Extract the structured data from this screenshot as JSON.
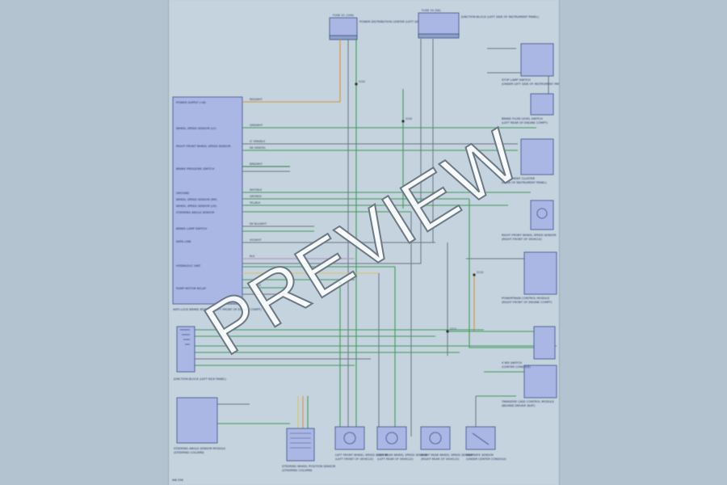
{
  "watermark": "PREVIEW",
  "page_code": "AW-556",
  "modules": {
    "ecm": {
      "label": "ANTI-LOCK BRAKE MODULE (LEFT FRONT OF ENGINE COMPT)",
      "pins": [
        "POWER SUPPLY (+B)",
        "WHEEL SPEED SENSOR (LF)",
        "RIGHT FRONT WHEEL SPEED SENSOR",
        "BRAKE PRESSURE SWITCH",
        "GROUND",
        "WHEEL SPEED SENSOR (RR)",
        "WHEEL SPEED SENSOR (LR)",
        "STEERING ANGLE SENSOR",
        "BRAKE LAMP SWITCH",
        "DATA LINK",
        "HYDRAULIC UNIT",
        "PUMP MOTOR RELAY"
      ]
    },
    "fuse_top_left": {
      "label": "FUSE 21 (10A)",
      "desc": "POWER DISTRIBUTION CENTER (LEFT SIDE OF ENGINE COMPT)"
    },
    "fuse_top_right": {
      "label": "FUSE 14 (5A)",
      "desc": "JUNCTION BLOCK (LEFT SIDE OF INSTRUMENT PANEL)"
    },
    "right_modules": [
      {
        "label": "STOP LAMP SWITCH",
        "desc": "(UNDER LEFT SIDE OF INSTRUMENT PANEL)"
      },
      {
        "label": "BRAKE FLUID LEVEL SWITCH",
        "desc": "(LEFT REAR OF ENGINE COMPT)"
      },
      {
        "label": "INSTRUMENT CLUSTER",
        "desc": "(REAR OF INSTRUMENT PANEL)"
      },
      {
        "label": "RIGHT FRONT WHEEL SPEED SENSOR",
        "desc": "(RIGHT FRONT OF VEHICLE)"
      },
      {
        "label": "POWERTRAIN CONTROL MODULE",
        "desc": "(RIGHT FRONT OF ENGINE COMPT)"
      },
      {
        "label": "4 WD SWITCH",
        "desc": "(CENTER CONSOLE)"
      },
      {
        "label": "TRANSFER CASE CONTROL MODULE",
        "desc": "(BEHIND DRIVER SEAT)"
      }
    ],
    "left_connector": {
      "label": "JUNCTION BLOCK (LEFT KICK PANEL)"
    },
    "steering_sensor": {
      "label": "STEERING WHEEL POSITION SENSOR",
      "desc": "(STEERING COLUMN)"
    },
    "bottom_sensors": [
      {
        "label": "LEFT FRONT WHEEL SPEED SENSOR",
        "desc": "(LEFT FRONT OF VEHICLE)"
      },
      {
        "label": "LEFT REAR WHEEL SPEED SENSOR",
        "desc": "(LEFT REAR OF VEHICLE)"
      },
      {
        "label": "RIGHT REAR WHEEL SPEED SENSOR",
        "desc": "(RIGHT REAR OF VEHICLE)"
      },
      {
        "label": "YAW RATE SENSOR",
        "desc": "(UNDER CENTER CONSOLE)"
      }
    ],
    "bottom_left_module": {
      "label": "STEERING ANGLE SENSOR MODULE",
      "desc": "(STEERING COLUMN)"
    }
  },
  "wire_labels": [
    "RED/WHT",
    "GRN/WHT",
    "LT GRN/BLK",
    "DK GRN/YEL",
    "BRN/WHT",
    "WHT/BLK",
    "GRY/RED",
    "YEL/BLK",
    "DK BLU/WHT",
    "VIO/WHT",
    "BLK",
    "PNK/BLK"
  ],
  "splices": [
    "S101",
    "S102",
    "S210",
    "S211",
    "S305"
  ]
}
